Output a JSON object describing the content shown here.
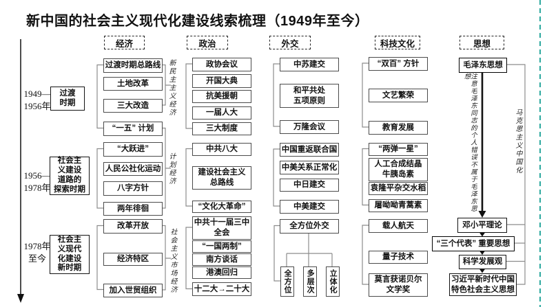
{
  "title": "新中国的社会主义现代化建设线索梳理（1949年至今）",
  "headers": {
    "economy": "经济",
    "politics": "政治",
    "diplomacy": "外交",
    "sci_culture": "科技文化",
    "ideology": "思想"
  },
  "timeline": {
    "periods": [
      {
        "years": "1949—\n1956年",
        "label": "过渡\n时期"
      },
      {
        "years": "1956—\n1978年",
        "label": "社会主\n义建设\n道路的\n探索时期"
      },
      {
        "years": "1978年\n至今",
        "label": "社会主\n义现代\n化建设\n新时期"
      }
    ]
  },
  "economy": {
    "items": [
      "过渡时期总路线",
      "土地改革",
      "三大改造",
      "“一五” 计划",
      "“大跃进”",
      "人民公社化运动",
      "八字方针",
      "两年徘徊",
      "改革开放",
      "经济特区",
      "加入世贸组织"
    ],
    "side_labels": [
      "新民主主义经济",
      "计划经济",
      "社会主义市场经济"
    ]
  },
  "politics": {
    "items": [
      "政协会议",
      "开国大典",
      "抗美援朝",
      "一届人大",
      "三大制度",
      "中共八大",
      "建设社会主义\n总路线",
      "“文化大革命”",
      "中共十一届三中\n全会",
      "“一国两制”",
      "南方谈话",
      "港澳回归",
      "十二大→二十大"
    ]
  },
  "diplomacy": {
    "items": [
      "中苏建交",
      "和平共处\n五项原则",
      "万隆会议",
      "中国重返联合国",
      "中美关系正常化",
      "中日建交",
      "中美建交",
      "全方位外交"
    ],
    "sub_items": [
      "全方位",
      "多层次",
      "立体化"
    ]
  },
  "sci_culture": {
    "items": [
      "“双百” 方针",
      "文艺繁荣",
      "教育发展",
      "“两弹一星”",
      "人工合成结晶\n牛胰岛素",
      "袁隆平杂交水稻",
      "屠呦呦青蒿素",
      "载人航天",
      "量子技术",
      "莫言获诺贝尔\n文学奖"
    ]
  },
  "ideology": {
    "items": [
      "毛泽东思想",
      "邓小平理论",
      "“三个代表” 重要思想",
      "科学发展观",
      "习近平新时代中国\n特色社会主义思想"
    ],
    "side_label": "马克思主义中国化",
    "note": "注意毛泽东同志的个人错误不属于毛泽东思想"
  },
  "colors": {
    "guide_line": "#2BA89E",
    "connector": "#8C8C8C",
    "ink": "#111111"
  }
}
